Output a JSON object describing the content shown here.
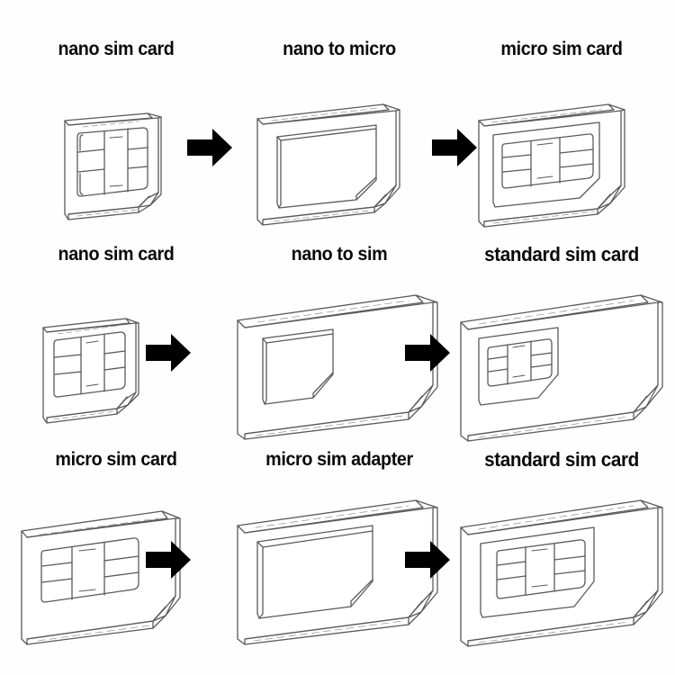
{
  "page": {
    "title": "sim card adapter conversion chart",
    "background_color": "#fefeff",
    "line_color": "#4a4a4a",
    "text_color": "#0a0a0a",
    "arrow_color": "#000000"
  },
  "rows": [
    {
      "id": "row-nano-to-micro",
      "cells": [
        {
          "label": "nano sim card",
          "art": "nano-sim-card",
          "name": "nano-sim-card-drawing"
        },
        {
          "label": "nano to micro",
          "art": "micro-adapter",
          "name": "nano-to-micro-adapter-drawing"
        },
        {
          "label": "micro sim card",
          "art": "micro-sim-card",
          "name": "micro-sim-card-drawing"
        }
      ],
      "arrows": [
        {
          "name": "arrow-nano-to-adapter",
          "glyph": "arrow-right-icon"
        },
        {
          "name": "arrow-adapter-to-micro",
          "glyph": "arrow-right-icon"
        }
      ]
    },
    {
      "id": "row-nano-to-standard",
      "cells": [
        {
          "label": "nano sim card",
          "art": "nano-sim-card",
          "name": "nano-sim-card-drawing"
        },
        {
          "label": "nano to sim",
          "art": "standard-adapter-sm",
          "name": "nano-to-sim-adapter-drawing"
        },
        {
          "label": "standard sim card",
          "art": "standard-sim-nano",
          "name": "standard-sim-card-drawing"
        }
      ],
      "arrows": [
        {
          "name": "arrow-nano-to-adapter",
          "glyph": "arrow-right-icon"
        },
        {
          "name": "arrow-adapter-to-standard",
          "glyph": "arrow-right-icon"
        }
      ]
    },
    {
      "id": "row-micro-to-standard",
      "cells": [
        {
          "label": "micro sim card",
          "art": "micro-sim-card-lg",
          "name": "micro-sim-card-drawing"
        },
        {
          "label": "micro sim adapter",
          "art": "standard-adapter-lg",
          "name": "micro-sim-adapter-drawing"
        },
        {
          "label": "standard sim card",
          "art": "standard-sim-micro",
          "name": "standard-sim-card-drawing"
        }
      ],
      "arrows": [
        {
          "name": "arrow-micro-to-adapter",
          "glyph": "arrow-right-icon"
        },
        {
          "name": "arrow-adapter-to-standard",
          "glyph": "arrow-right-icon"
        }
      ]
    }
  ]
}
